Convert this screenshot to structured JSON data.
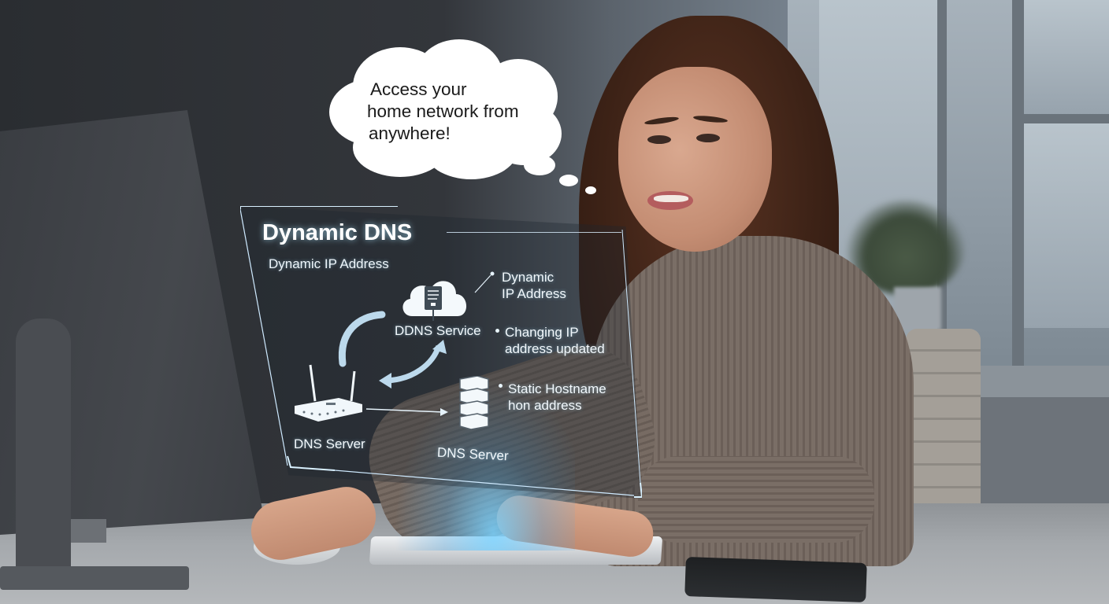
{
  "thought_bubble": {
    "lines": [
      "Access your",
      "home network from",
      "anywhere!"
    ]
  },
  "hologram": {
    "title": "Dynamic DNS",
    "subtitle": "Dynamic IP Address",
    "nodes": {
      "cloud_label": "DDNS Service",
      "router_label": "DNS Server",
      "server_label": "DNS Server"
    },
    "notes": {
      "dynamic_ip": [
        "Dynamic",
        "IP Address"
      ],
      "changing_ip": [
        "Changing IP",
        "address updated"
      ],
      "static_hostname": [
        "Static Hostname",
        "hon address"
      ]
    },
    "icons": [
      "cloud-server-icon",
      "router-icon",
      "server-stack-icon",
      "cycle-arrows-icon",
      "arrow-right-icon"
    ],
    "accent_color": "#bfe6ff"
  },
  "scene": {
    "subject": "woman smiling at desk using computer",
    "objects": [
      "monitor",
      "mouse",
      "keyboard",
      "phone",
      "chair",
      "plant",
      "window"
    ]
  }
}
